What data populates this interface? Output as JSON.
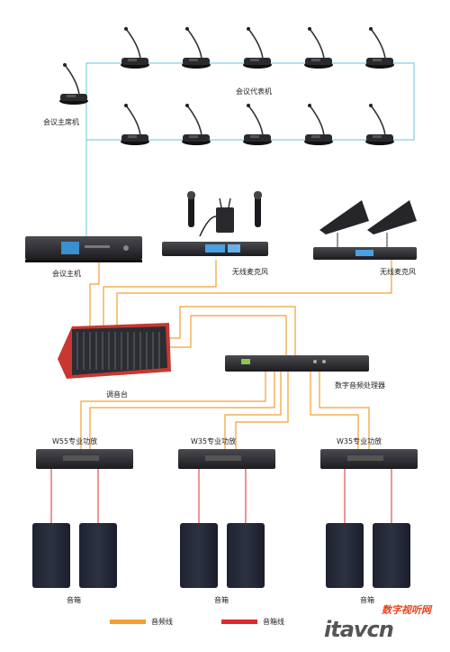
{
  "labels": {
    "chairman_unit": "会议主席机",
    "delegate_units": "会议代表机",
    "conference_host": "会议主机",
    "wireless_mic_1": "无线麦克风",
    "wireless_mic_2": "无线麦克风",
    "mixer": "调音台",
    "dsp": "数字音频处理器",
    "amp_1": "W55专业功放",
    "amp_2": "W35专业功放",
    "amp_3": "W35专业功放",
    "speakers": "音箱"
  },
  "legend": {
    "audio_line": "音频线",
    "speaker_line": "音箱线"
  },
  "watermark": {
    "cn": "数字视听网",
    "en": "itavcn"
  },
  "colors": {
    "audio_line": "#f0a030",
    "speaker_line": "#e02828",
    "network_line": "#7fd0e6",
    "equipment": "#2a2a2e"
  }
}
